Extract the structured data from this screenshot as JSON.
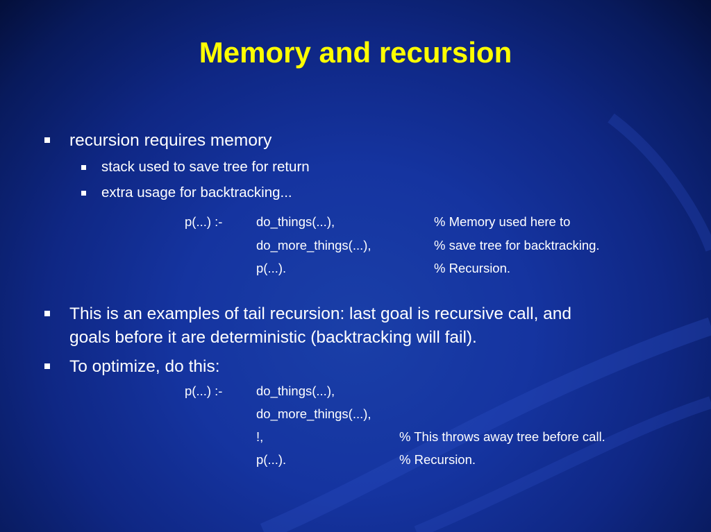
{
  "slide": {
    "title": "Memory and recursion",
    "bullets": [
      {
        "text": "recursion requires memory"
      },
      {
        "text": "stack used to save tree for return"
      },
      {
        "text": "extra usage for backtracking..."
      },
      {
        "text": "This is an examples of tail recursion: last goal is recursive call, and"
      },
      {
        "text": "goals before it are deterministic (backtracking will fail)."
      },
      {
        "text": "To optimize, do this:"
      }
    ],
    "code1": {
      "line1": {
        "head": "p(...) :-",
        "goal": "do_things(...),",
        "comment": "% Memory used  here to"
      },
      "line2": {
        "goal": "do_more_things(...),",
        "comment": "% save tree for backtracking."
      },
      "line3": {
        "goal": "p(...).",
        "comment": "% Recursion."
      }
    },
    "code2": {
      "line1": {
        "head": "p(...) :-",
        "goal": "do_things(...),"
      },
      "line2": {
        "goal": "do_more_things(...),"
      },
      "line3": {
        "goal": "!,",
        "comment": "% This throws away tree before call."
      },
      "line4": {
        "goal": "p(...).",
        "comment": "% Recursion."
      }
    }
  }
}
